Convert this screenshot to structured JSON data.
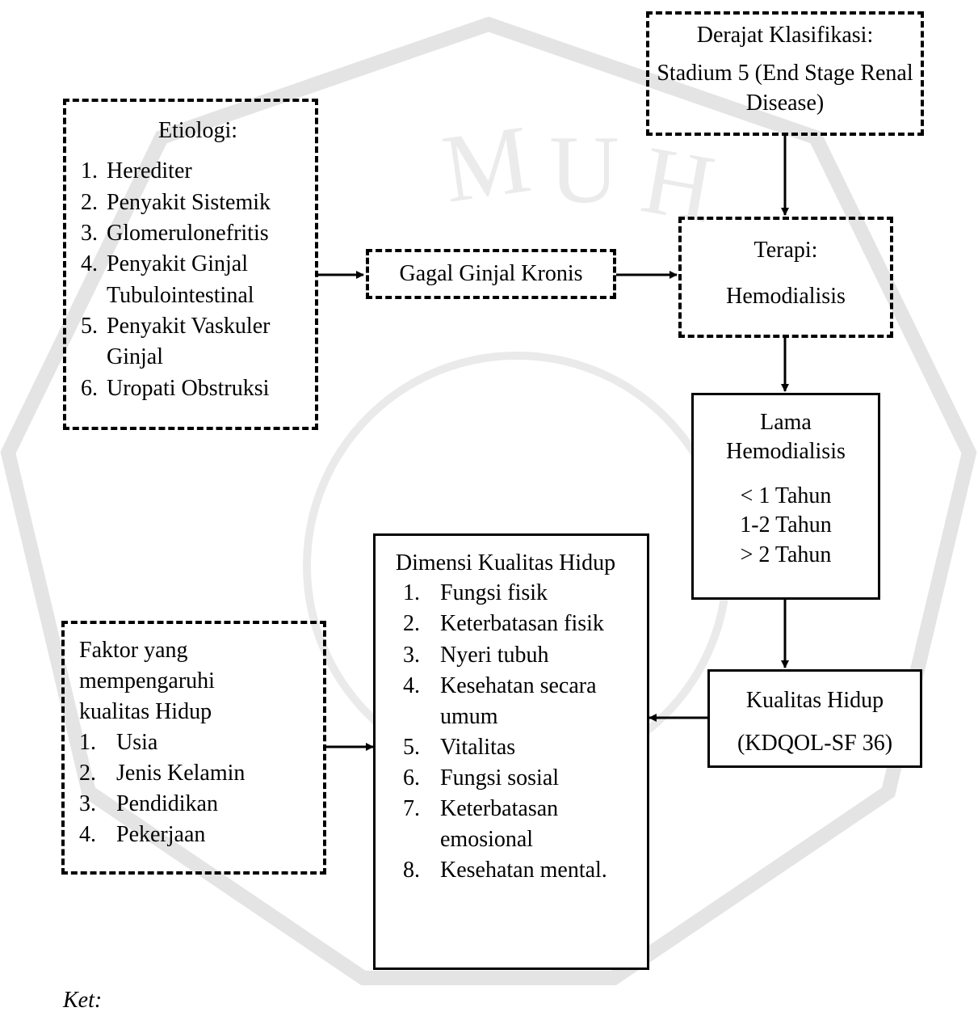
{
  "etiologi": {
    "title": "Etiologi:",
    "items": [
      {
        "num": "1.",
        "text": "Herediter"
      },
      {
        "num": "2.",
        "text": "Penyakit Sistemik"
      },
      {
        "num": "3.",
        "text": "Glomerulonefritis"
      },
      {
        "num": "4.",
        "text": "Penyakit Ginjal Tubulointestinal"
      },
      {
        "num": "5.",
        "text": "Penyakit Vaskuler Ginjal"
      },
      {
        "num": "6.",
        "text": "Uropati Obstruksi"
      }
    ]
  },
  "derajat": {
    "title": "Derajat Klasifikasi:",
    "body": "Stadium 5 (End Stage Renal Disease)"
  },
  "gagal_ginjal": {
    "label": "Gagal Ginjal Kronis"
  },
  "terapi": {
    "title": "Terapi:",
    "body": "Hemodialisis"
  },
  "lama": {
    "title": "Lama Hemodialisis",
    "items": [
      "< 1 Tahun",
      "1-2 Tahun",
      "> 2 Tahun"
    ]
  },
  "kualitas": {
    "title": "Kualitas Hidup",
    "body": "(KDQOL-SF 36)"
  },
  "dimensi": {
    "title": "Dimensi Kualitas Hidup",
    "items": [
      {
        "num": "1.",
        "text": "Fungsi fisik"
      },
      {
        "num": "2.",
        "text": "Keterbatasan fisik"
      },
      {
        "num": "3.",
        "text": "Nyeri tubuh"
      },
      {
        "num": "4.",
        "text": "Kesehatan secara umum"
      },
      {
        "num": "5.",
        "text": "Vitalitas"
      },
      {
        "num": "6.",
        "text": "Fungsi sosial"
      },
      {
        "num": "7.",
        "text": "Keterbatasan emosional"
      },
      {
        "num": "8.",
        "text": "Kesehatan mental."
      }
    ]
  },
  "faktor": {
    "title": "Faktor yang mempengaruhi kualitas Hidup",
    "items": [
      {
        "num": "1.",
        "text": "Usia"
      },
      {
        "num": "2.",
        "text": "Jenis Kelamin"
      },
      {
        "num": "3.",
        "text": "Pendidikan"
      },
      {
        "num": "4.",
        "text": "Pekerjaan"
      }
    ]
  },
  "legend": {
    "label": "Ket:"
  },
  "watermark": {
    "text": "MUHAMMADIYAH",
    "colour": "#d6d6d6"
  }
}
